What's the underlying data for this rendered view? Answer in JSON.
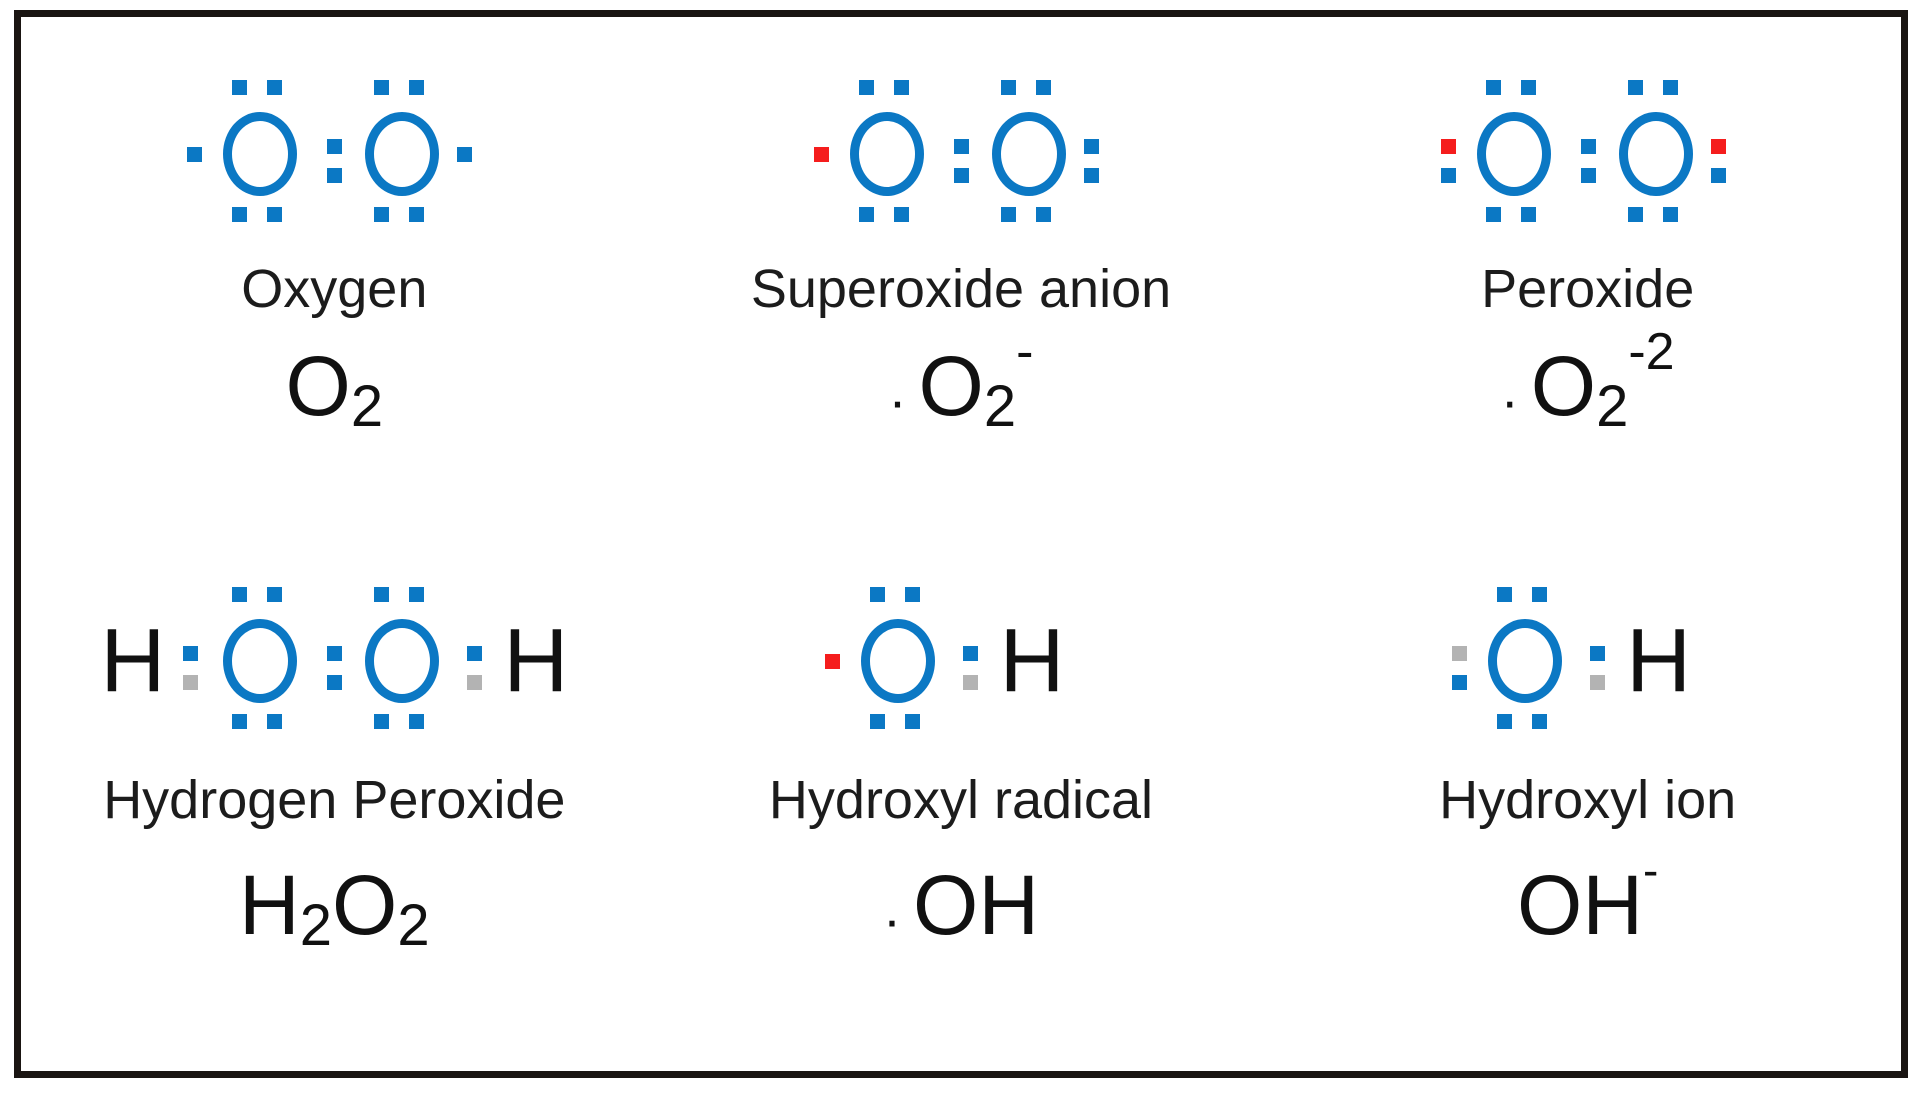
{
  "figure": {
    "border_color": "#1a1512",
    "background": "#ffffff",
    "bond_color": "#0b78c4",
    "radical_color": "#f51d1d",
    "neutral_dot_color": "#b3b3b3",
    "text_color": "#111111"
  },
  "species": [
    {
      "id": "oxygen",
      "name": "Oxygen",
      "formula_prefix": "",
      "formula_main": "O",
      "subscript": "2",
      "superscript": "",
      "atom_label": "O",
      "hydrogen_label": "H"
    },
    {
      "id": "superoxide-anion",
      "name": "Superoxide anion",
      "formula_prefix": "·",
      "formula_main": "O",
      "subscript": "2",
      "superscript": "-",
      "atom_label": "O",
      "hydrogen_label": "H"
    },
    {
      "id": "peroxide",
      "name": "Peroxide",
      "formula_prefix": "·",
      "formula_main": "O",
      "subscript": "2",
      "superscript": "-2",
      "atom_label": "O",
      "hydrogen_label": "H"
    },
    {
      "id": "hydrogen-peroxide",
      "name": "Hydrogen Peroxide",
      "formula_prefix": "",
      "formula_main": "H",
      "subscript": "2",
      "formula_main2": "O",
      "subscript2": "2",
      "superscript": "",
      "atom_label": "O",
      "hydrogen_label": "H"
    },
    {
      "id": "hydroxyl-radical",
      "name": "Hydroxyl radical",
      "formula_prefix": "·",
      "formula_main": "OH",
      "subscript": "",
      "superscript": "",
      "atom_label": "O",
      "hydrogen_label": "H"
    },
    {
      "id": "hydroxyl-ion",
      "name": "Hydroxyl ion",
      "formula_prefix": "",
      "formula_main": "OH",
      "subscript": "",
      "superscript": "-",
      "atom_label": "O",
      "hydrogen_label": "H"
    }
  ]
}
